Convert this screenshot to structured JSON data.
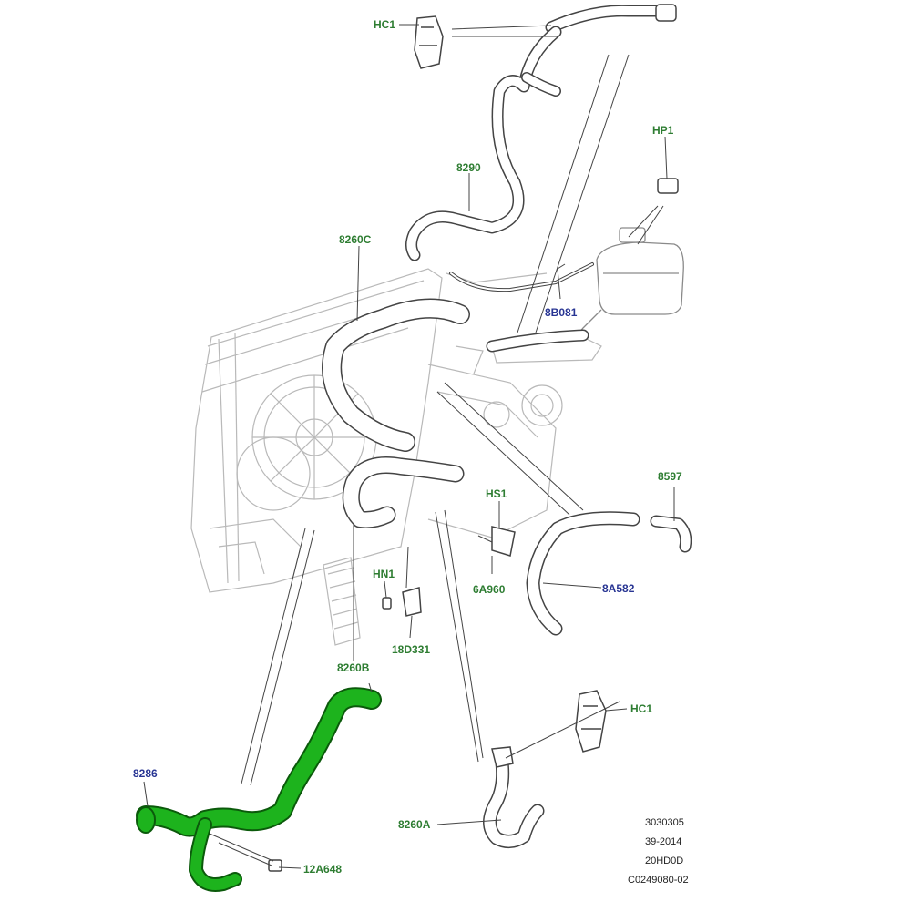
{
  "colors": {
    "label_green": "#2e7d32",
    "label_blue": "#283593",
    "highlight_hose": "#1db31d",
    "line_art": "#555555"
  },
  "labels": {
    "hc1_top": "HC1",
    "p8290": "8290",
    "hp1": "HP1",
    "p8260c": "8260C",
    "p8b081": "8B081",
    "p8597": "8597",
    "hs1": "HS1",
    "p6a960": "6A960",
    "p8a582": "8A582",
    "hn1": "HN1",
    "p18d331": "18D331",
    "p8260b": "8260B",
    "hc1_bottom": "HC1",
    "p8286": "8286",
    "p8260a": "8260A",
    "p12a648": "12A648"
  },
  "reference": {
    "line1": "3030305",
    "line2": "39-2014",
    "line3": "20HD0D",
    "line4": "C0249080-02"
  }
}
